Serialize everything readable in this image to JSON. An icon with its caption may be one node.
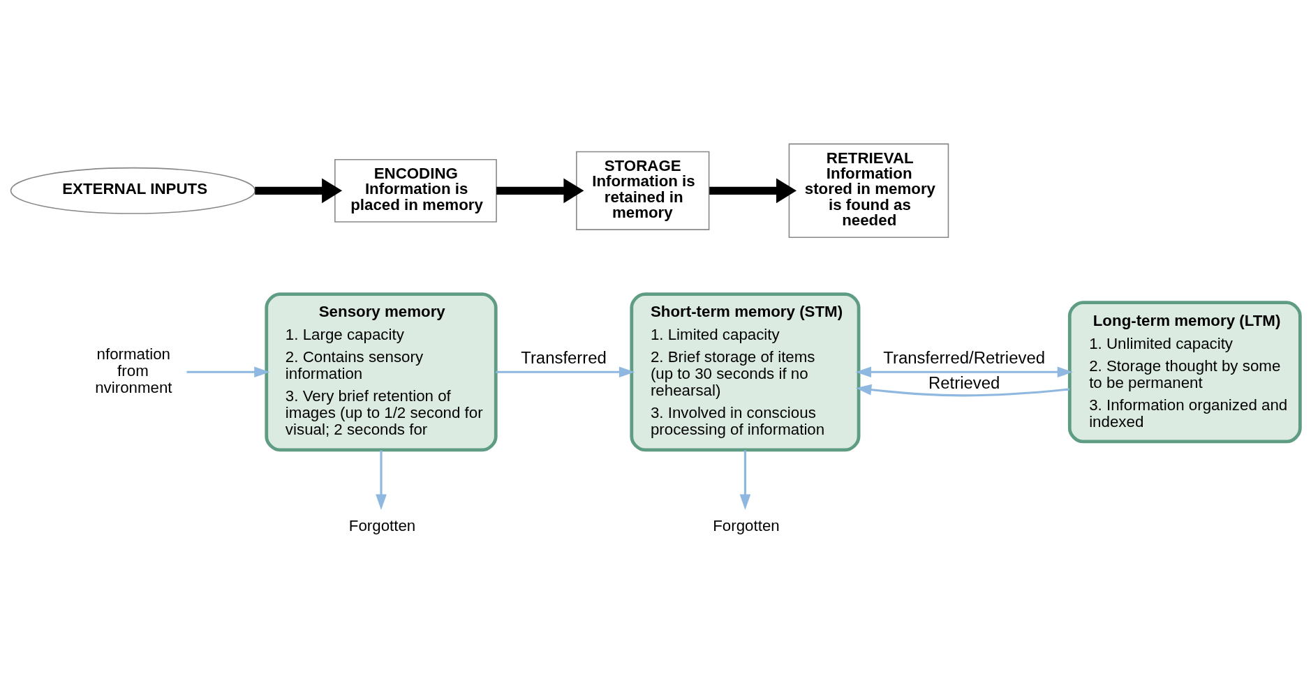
{
  "diagram": {
    "nodes": [
      {
        "text": [
          "EXTERNAL INPUTS"
        ]
      },
      {
        "text": [
          "ENCODING",
          "Information is placed in memory"
        ]
      },
      {
        "text": [
          "STORAGE",
          "Information is retained in memory"
        ]
      },
      {
        "text": [
          "RETRIEVAL",
          "Information stored in memory is found as needed"
        ]
      },
      {
        "text": [
          "nformation from nvironment"
        ]
      },
      {
        "text": [
          "Sensory memory",
          "1. Large capacity",
          "2. Contains sensory information",
          "3. Very brief retention of images (up to 1/2 second for visual; 2 seconds for"
        ]
      },
      {
        "text": [
          "Short-term memory (STM)",
          "1. Limited capacity",
          "2. Brief storage of items (up to 30 seconds if no rehearsal)",
          "3. Involved in conscious processing of information"
        ]
      },
      {
        "text": [
          "Long-term memory (LTM)",
          "1. Unlimited capacity",
          "2. Storage thought by some to be permanent",
          "3. Information organized and indexed"
        ]
      },
      {
        "text": [
          "Forgotten"
        ]
      },
      {
        "text": [
          "Forgotten"
        ]
      }
    ],
    "edges": [
      {
        "from": 0,
        "to": 1,
        "arrow": "to",
        "style": "thick",
        "color": "#000000"
      },
      {
        "from": 1,
        "to": 2,
        "arrow": "to",
        "style": "thick",
        "color": "#000000"
      },
      {
        "from": 2,
        "to": 3,
        "arrow": "to",
        "style": "thick",
        "color": "#000000"
      },
      {
        "from": 4,
        "to": 5,
        "arrow": "to"
      },
      {
        "from": 7,
        "to": 6,
        "arrow": "to",
        "label": "Retrieved"
      },
      {
        "from": 5,
        "to": 8,
        "arrow": "to"
      },
      {
        "from": 5,
        "to": 6,
        "arrow": "to",
        "label": "Transferred"
      },
      {
        "from": 6,
        "to": 9,
        "arrow": "to"
      },
      {
        "from": 6,
        "to": 7,
        "arrow": "both",
        "label": "Transferred/Retrieved"
      }
    ]
  }
}
